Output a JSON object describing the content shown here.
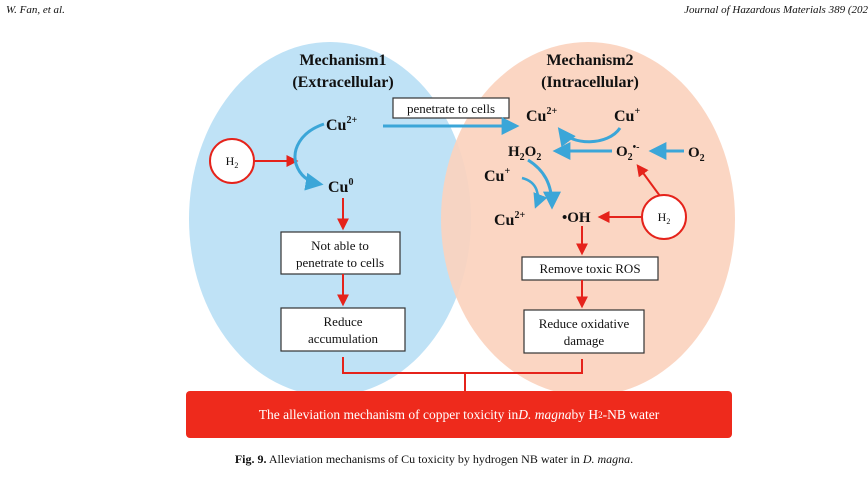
{
  "header": {
    "left": "W. Fan, et al.",
    "right": "Journal of Hazardous Materials 389 (202"
  },
  "figure": {
    "mech1": {
      "title": "Mechanism1",
      "subtitle": "(Extracellular)"
    },
    "mech2": {
      "title": "Mechanism2",
      "subtitle": "(Intracellular)"
    },
    "penetrate_label": "penetrate to cells",
    "species": {
      "cu2_left": "Cu",
      "cu2_left_sup": "2+",
      "cu0": "Cu",
      "cu0_sup": "0",
      "h2_left": "H",
      "h2_left_sub": "2",
      "cu2_right": "Cu",
      "cu2_right_sup": "2+",
      "cu_plus_top": "Cu",
      "cu_plus_top_sup": "+",
      "h2o2": "H",
      "h2o2_sub1": "2",
      "h2o2_mid": "O",
      "h2o2_sub2": "2",
      "o2_radical": "O",
      "o2_radical_sub": "2",
      "o2_radical_sup": "•-",
      "o2": "O",
      "o2_sub": "2",
      "cu_plus_mid": "Cu",
      "cu_plus_mid_sup": "+",
      "cu2_bottom": "Cu",
      "cu2_bottom_sup": "2+",
      "oh": "•OH",
      "h2_right": "H",
      "h2_right_sub": "2"
    },
    "boxes": {
      "not_able_1": "Not able to",
      "not_able_2": "penetrate to cells",
      "reduce_acc_1": "Reduce",
      "reduce_acc_2": "accumulation",
      "remove_ros": "Remove toxic ROS",
      "reduce_ox_1": "Reduce oxidative",
      "reduce_ox_2": "damage"
    },
    "banner": {
      "pre": "The alleviation mechanism of copper toxicity in ",
      "italic": "D. magna",
      "mid": " by H",
      "sub": "2",
      "post": "-NB water"
    },
    "colors": {
      "left_ellipse": "#bfe2f6",
      "right_ellipse": "#fbd3be",
      "red_arrow": "#e5231b",
      "blue_arrow": "#3ba6d8",
      "banner": "#ee2a1c"
    }
  },
  "caption": {
    "label": "Fig. 9.",
    "text": " Alleviation mechanisms of Cu toxicity by hydrogen NB water in ",
    "italic": "D. magna",
    "end": "."
  }
}
